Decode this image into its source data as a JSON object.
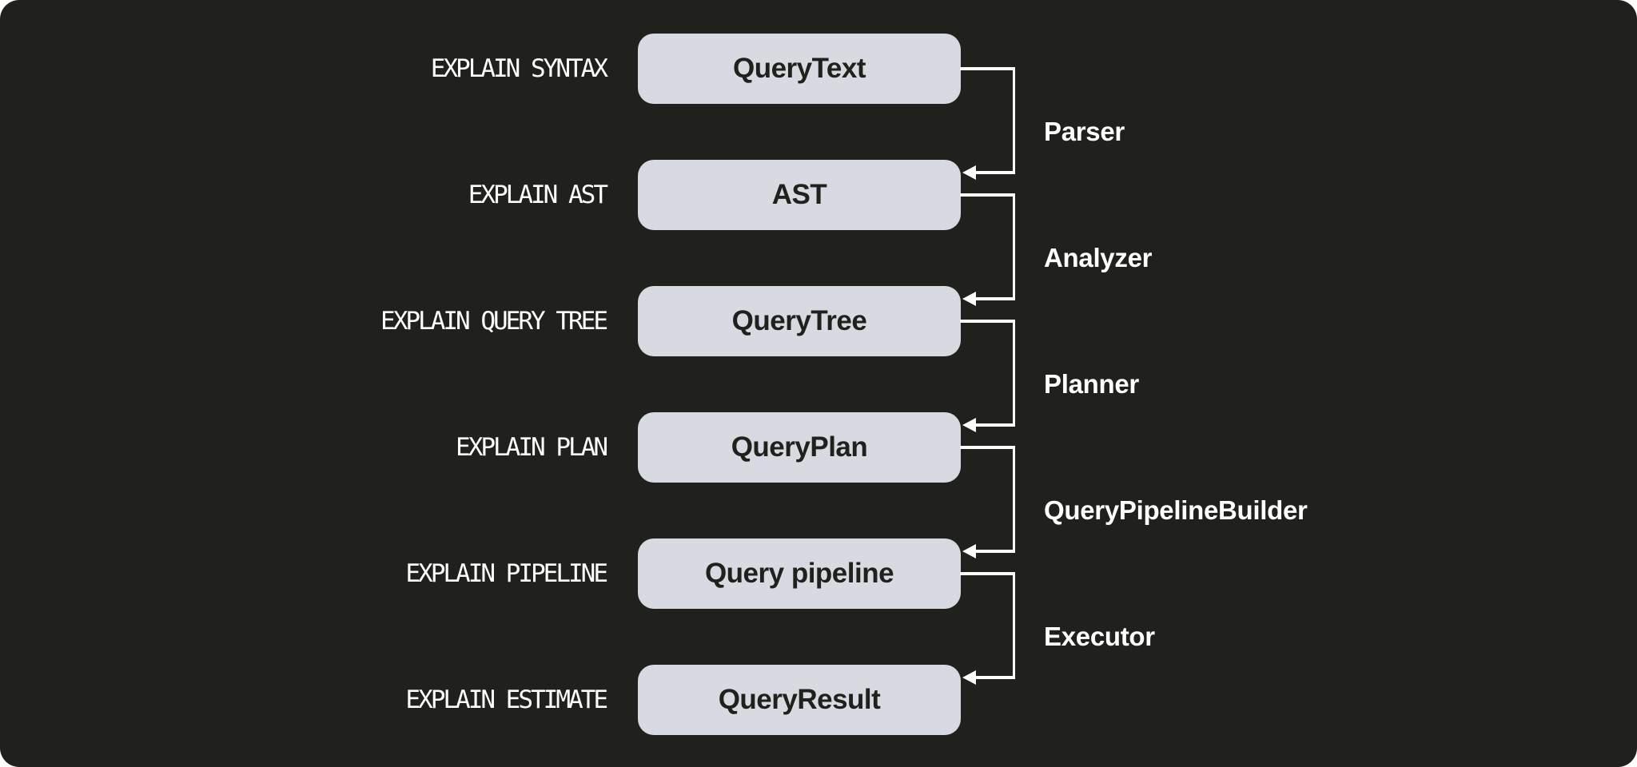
{
  "diagram": {
    "rows": [
      {
        "command": "EXPLAIN SYNTAX",
        "stage": "QueryText"
      },
      {
        "command": "EXPLAIN AST",
        "stage": "AST"
      },
      {
        "command": "EXPLAIN QUERY TREE",
        "stage": "QueryTree"
      },
      {
        "command": "EXPLAIN PLAN",
        "stage": "QueryPlan"
      },
      {
        "command": "EXPLAIN PIPELINE",
        "stage": "Query pipeline"
      },
      {
        "command": "EXPLAIN ESTIMATE",
        "stage": "QueryResult"
      }
    ],
    "transitions": [
      {
        "label": "Parser",
        "from": "QueryText",
        "to": "AST"
      },
      {
        "label": "Analyzer",
        "from": "AST",
        "to": "QueryTree"
      },
      {
        "label": "Planner",
        "from": "QueryTree",
        "to": "QueryPlan"
      },
      {
        "label": "QueryPipelineBuilder",
        "from": "QueryPlan",
        "to": "Query pipeline"
      },
      {
        "label": "Executor",
        "from": "Query pipeline",
        "to": "QueryResult"
      }
    ],
    "colors": {
      "background": "#20201c",
      "box_fill": "#d7dae0",
      "box_text": "#20211c",
      "line": "#ffffff",
      "label_text": "#ffffff"
    }
  }
}
